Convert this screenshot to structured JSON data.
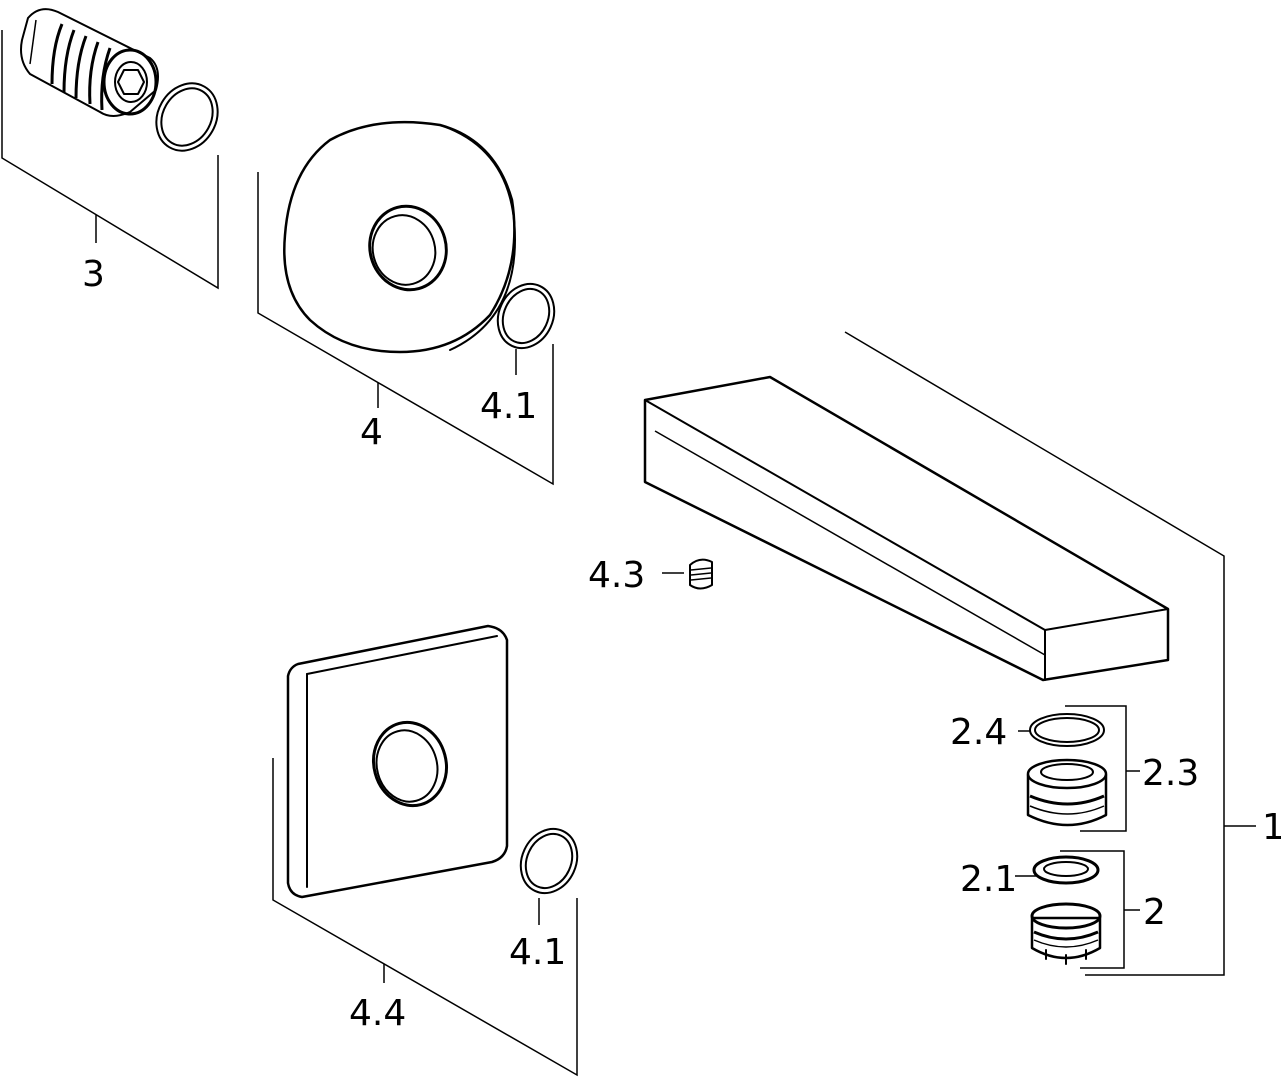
{
  "labels": {
    "part_1": "1",
    "part_2": "2",
    "part_2_1": "2.1",
    "part_2_3": "2.3",
    "part_2_4": "2.4",
    "part_3": "3",
    "part_4": "4",
    "part_4_1_upper": "4.1",
    "part_4_1_lower": "4.1",
    "part_4_3": "4.3",
    "part_4_4": "4.4"
  }
}
